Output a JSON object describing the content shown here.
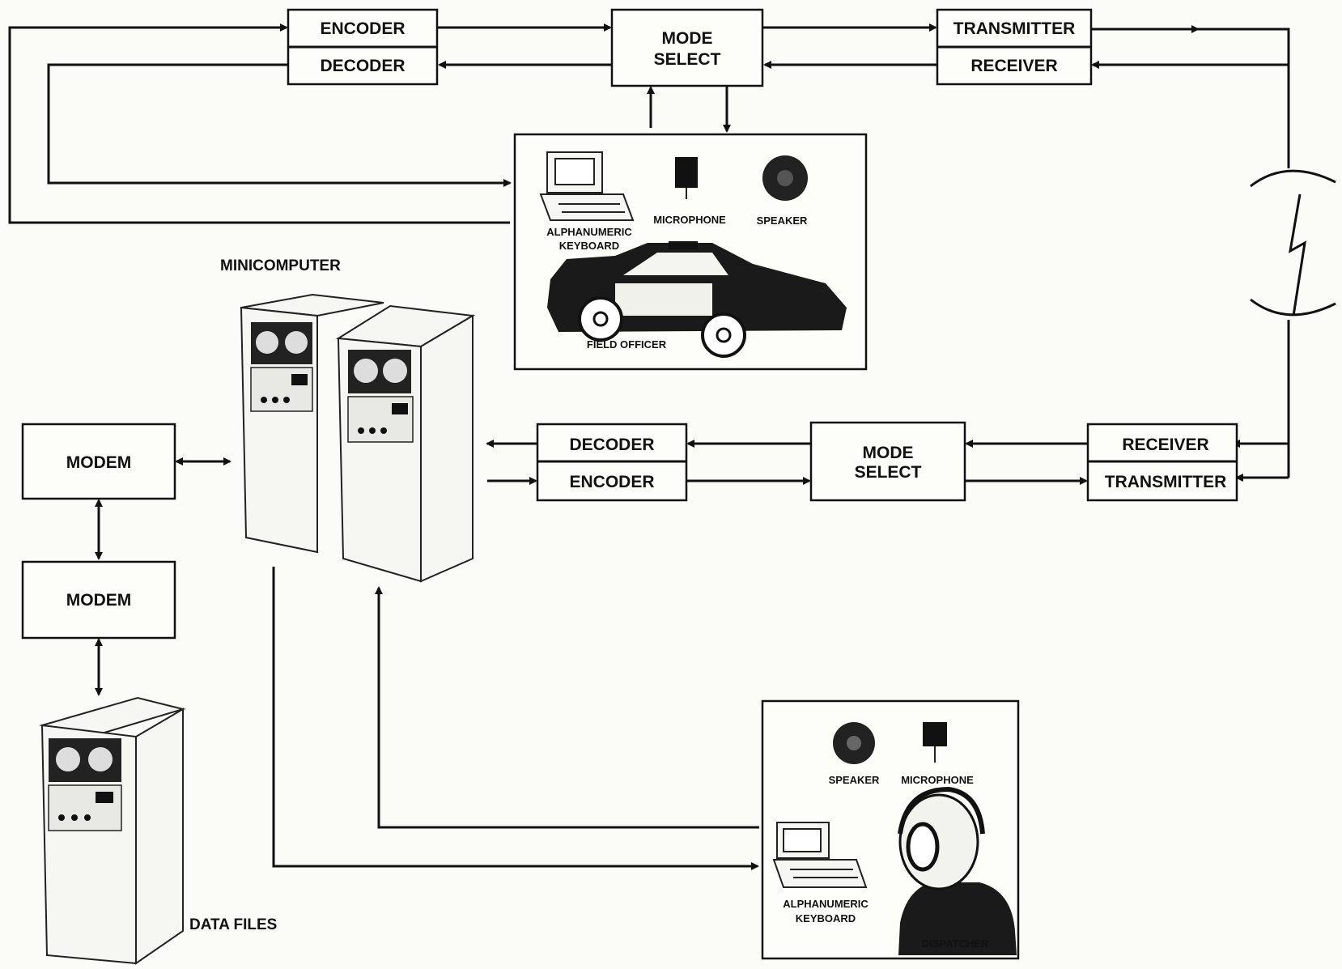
{
  "field_side": {
    "encoder": "ENCODER",
    "decoder": "DECODER",
    "mode_select_line1": "MODE",
    "mode_select_line2": "SELECT",
    "transmitter": "TRANSMITTER",
    "receiver": "RECEIVER",
    "field_panel": {
      "keyboard_line1": "ALPHANUMERIC",
      "keyboard_line2": "KEYBOARD",
      "microphone": "MICROPHONE",
      "speaker": "SPEAKER",
      "field_officer": "FIELD OFFICER"
    }
  },
  "base_side": {
    "decoder": "DECODER",
    "encoder": "ENCODER",
    "mode_select_line1": "MODE",
    "mode_select_line2": "SELECT",
    "receiver": "RECEIVER",
    "transmitter": "TRANSMITTER"
  },
  "minicomputer": "MINICOMPUTER",
  "modem_top": "MODEM",
  "modem_bottom": "MODEM",
  "data_files": "DATA FILES",
  "dispatcher_panel": {
    "speaker": "SPEAKER",
    "microphone": "MICROPHONE",
    "keyboard_line1": "ALPHANUMERIC",
    "keyboard_line2": "KEYBOARD",
    "dispatcher": "DISPATCHER"
  }
}
